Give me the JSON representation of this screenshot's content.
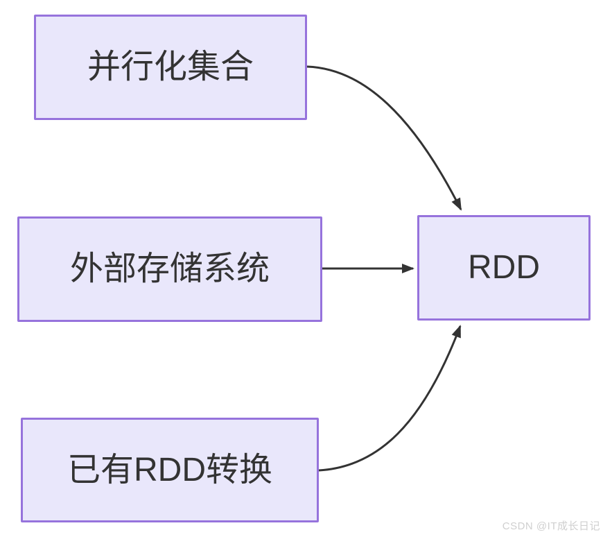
{
  "diagram": {
    "type": "flowchart",
    "nodes": [
      {
        "id": "parallelized-collection",
        "label": "并行化集合"
      },
      {
        "id": "external-storage-system",
        "label": "外部存储系统"
      },
      {
        "id": "existing-rdd-transform",
        "label": "已有RDD转换"
      },
      {
        "id": "rdd",
        "label": "RDD"
      }
    ],
    "edges": [
      {
        "from": "并行化集合",
        "to": "RDD",
        "style": "curved-down"
      },
      {
        "from": "外部存储系统",
        "to": "RDD",
        "style": "straight"
      },
      {
        "from": "已有RDD转换",
        "to": "RDD",
        "style": "curved-up"
      }
    ]
  },
  "colors": {
    "node_fill": "#e9e7fb",
    "node_border": "#9673dc",
    "node_text": "#333333",
    "arrow": "#333333",
    "watermark_text": "#cfcfcf",
    "background": "#ffffff"
  },
  "watermark": "CSDN @IT成长日记"
}
